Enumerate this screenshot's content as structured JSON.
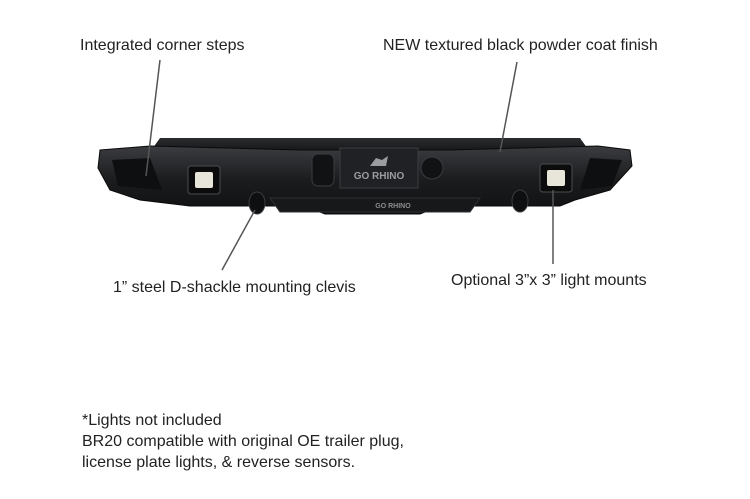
{
  "callouts": {
    "corner_steps": "Integrated corner steps",
    "finish": "NEW textured black powder coat finish",
    "shackle": "1” steel D-shackle mounting clevis",
    "light_mounts": "Optional 3”x 3” light mounts"
  },
  "notes": {
    "line1": "*Lights not included",
    "line2": "BR20 compatible with original OE trailer plug,",
    "line3": "license plate lights, & reverse sensors."
  },
  "bumper": {
    "plate_brand": "GO RHINO",
    "bar_brand": "GO RHINO",
    "colors": {
      "body": "#1b1c1e",
      "body_highlight": "#3a3c40",
      "light_lens": "#e8e6d8",
      "leader_line": "#555555"
    }
  }
}
